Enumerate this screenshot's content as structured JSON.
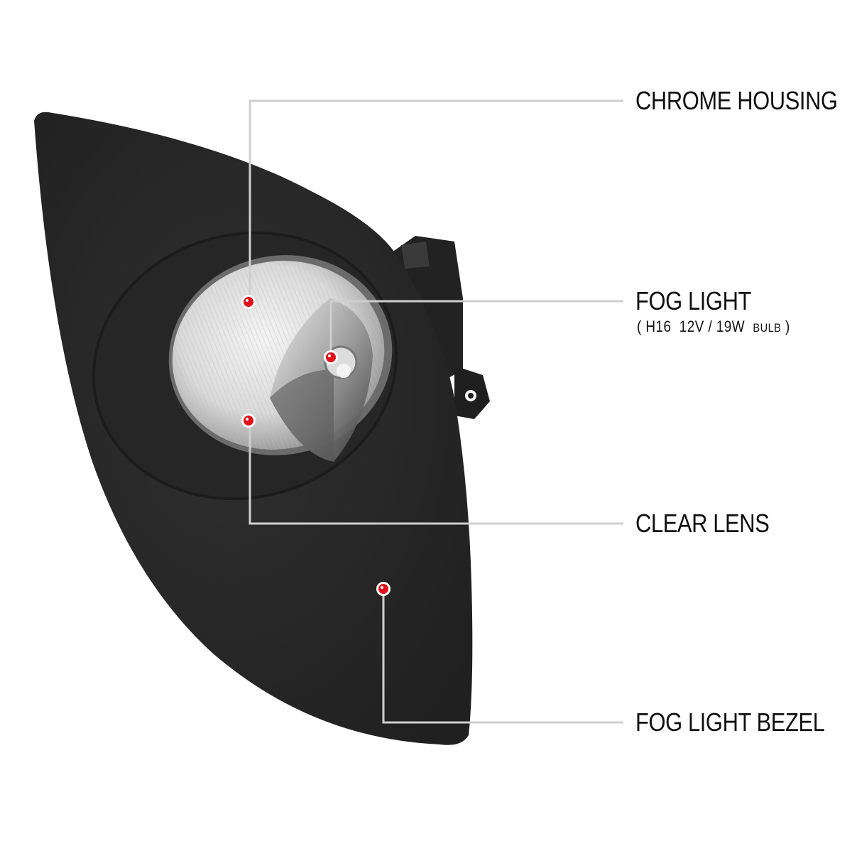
{
  "colors": {
    "background": "#ffffff",
    "bezel": "#2b2b2b",
    "leader_line": "#cfcfcf",
    "marker": "#e0111a",
    "text": "#111111"
  },
  "callouts": {
    "chrome_housing": {
      "label": "CHROME HOUSING"
    },
    "fog_light": {
      "label": "FOG LIGHT",
      "spec_open": "(",
      "spec_bulb": "H16",
      "spec_rating": "12V / 19W",
      "spec_word": "BULB",
      "spec_close": ")"
    },
    "clear_lens": {
      "label": "CLEAR LENS"
    },
    "fog_light_bezel": {
      "label": "FOG LIGHT BEZEL"
    }
  }
}
